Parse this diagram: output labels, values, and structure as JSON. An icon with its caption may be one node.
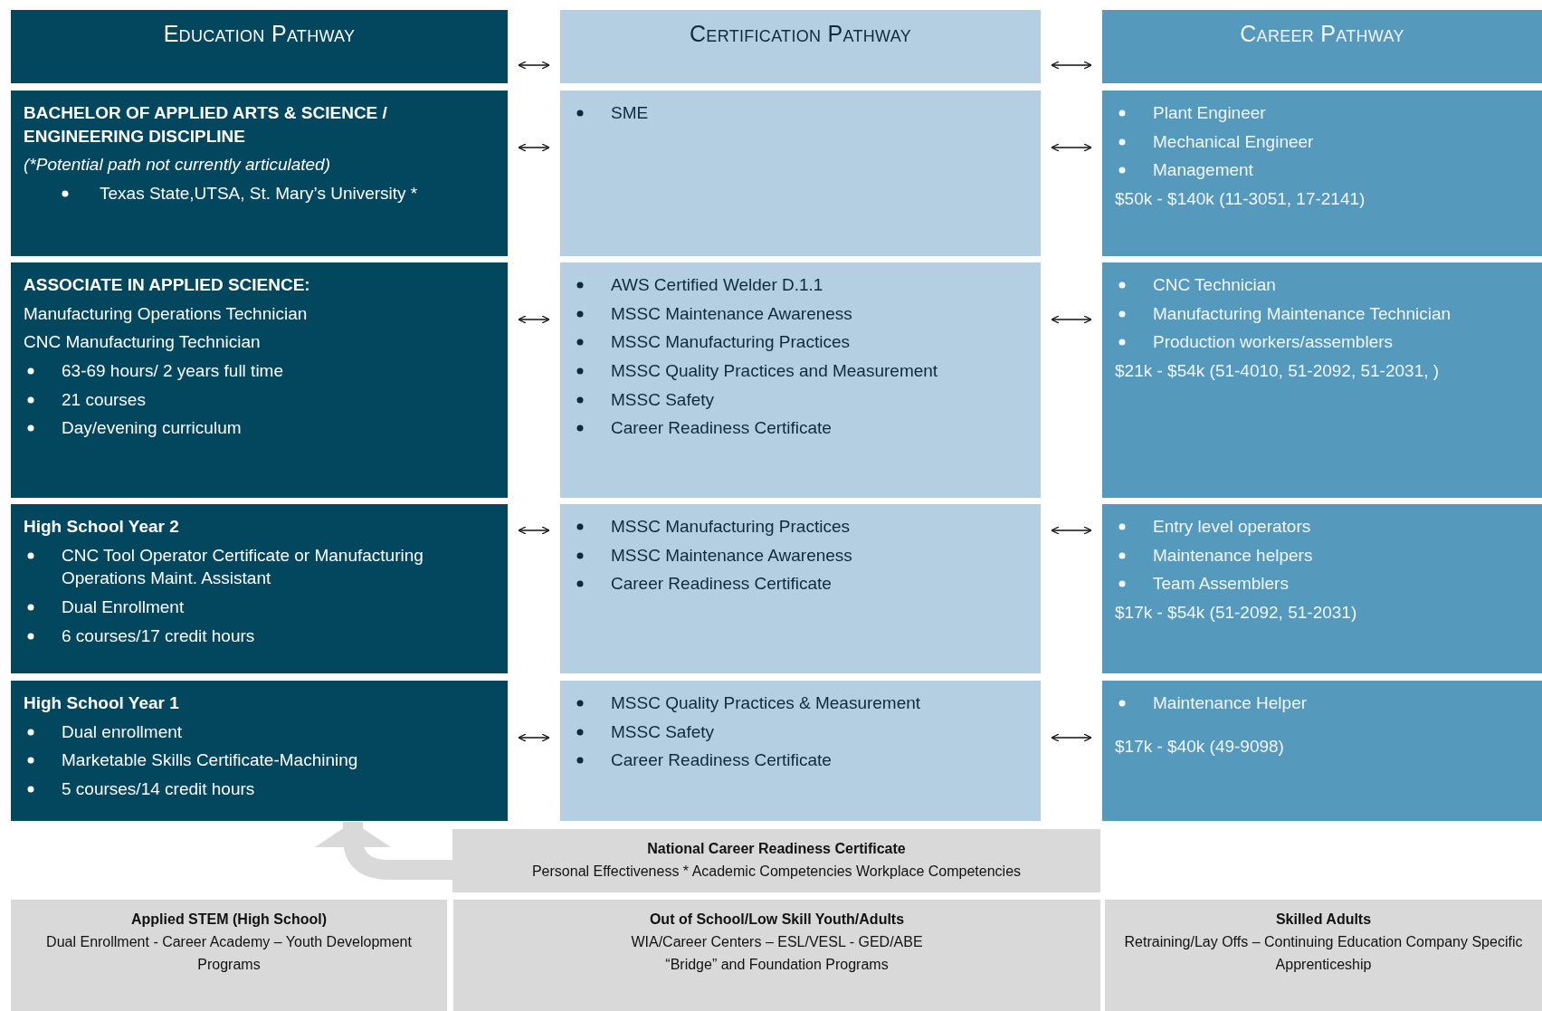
{
  "diagram": {
    "nodes": [
      {
        "text": [
          "Education Pathway"
        ]
      },
      {
        "text": [
          "Certification Pathway"
        ]
      },
      {
        "text": [
          "Career Pathway"
        ]
      },
      {
        "text": [
          "BACHELOR OF APPLIED ARTS & SCIENCE / ENGINEERING DISCIPLINE",
          "(*Potential path not currently articulated)",
          "Texas State,UTSA, St. Mary’s University *"
        ]
      },
      {
        "text": [
          "SME"
        ]
      },
      {
        "text": [
          "Plant Engineer",
          "Mechanical Engineer",
          "Management",
          "$50k - $140k (11-3051, 17-2141)"
        ]
      },
      {
        "text": [
          "ASSOCIATE IN APPLIED SCIENCE:",
          "Manufacturing Operations Technician",
          "CNC Manufacturing Technician",
          "63-69 hours/ 2 years full time",
          "21 courses",
          "Day/evening curriculum"
        ]
      },
      {
        "text": [
          "AWS Certified Welder D.1.1",
          "MSSC Maintenance Awareness",
          "MSSC Manufacturing Practices",
          "MSSC Quality Practices and Measurement",
          "MSSC Safety",
          "Career Readiness Certificate"
        ]
      },
      {
        "text": [
          "CNC Technician",
          "Manufacturing Maintenance Technician",
          "Production workers/assemblers",
          "$21k - $54k (51-4010, 51-2092, 51-2031, )"
        ]
      },
      {
        "text": [
          "High School Year 2",
          "CNC Tool Operator Certificate or Manufacturing Operations Maint. Assistant",
          "Dual Enrollment",
          "6 courses/17 credit hours"
        ]
      },
      {
        "text": [
          "MSSC Manufacturing Practices",
          "MSSC Maintenance Awareness",
          "Career Readiness Certificate"
        ]
      },
      {
        "text": [
          "Entry level operators",
          "Maintenance helpers",
          "Team Assemblers",
          "$17k - $54k (51-2092, 51-2031)"
        ]
      },
      {
        "text": [
          "High School Year 1",
          "Dual enrollment",
          "Marketable Skills Certificate-Machining",
          "5 courses/14 credit hours"
        ]
      },
      {
        "text": [
          "MSSC Quality Practices & Measurement",
          "MSSC Safety",
          "Career Readiness Certificate"
        ]
      },
      {
        "text": [
          "Maintenance Helper",
          "$17k - $40k (49-9098)"
        ]
      },
      {
        "text": [
          "National Career Readiness Certificate",
          "Personal Effectiveness * Academic Competencies Workplace Competencies"
        ]
      },
      {
        "text": [
          "Applied STEM (High School)",
          "Dual Enrollment - Career Academy – Youth Development Programs"
        ]
      },
      {
        "text": [
          "Out of School/Low Skill Youth/Adults",
          "WIA/Career Centers – ESL/VESL - GED/ABE",
          "“Bridge” and Foundation Programs"
        ]
      },
      {
        "text": [
          "Skilled Adults",
          "Retraining/Lay Offs – Continuing Education Company Specific Apprenticeship"
        ]
      }
    ],
    "edges": [
      {
        "from": 0,
        "to": 1,
        "arrow": "both"
      },
      {
        "from": 1,
        "to": 2,
        "arrow": "both"
      },
      {
        "from": 3,
        "to": 4,
        "arrow": "both"
      },
      {
        "from": 4,
        "to": 5,
        "arrow": "both"
      },
      {
        "from": 6,
        "to": 7,
        "arrow": "both"
      },
      {
        "from": 7,
        "to": 8,
        "arrow": "both"
      },
      {
        "from": 9,
        "to": 10,
        "arrow": "both"
      },
      {
        "from": 10,
        "to": 11,
        "arrow": "both"
      },
      {
        "from": 12,
        "to": 13,
        "arrow": "both"
      },
      {
        "from": 13,
        "to": 14,
        "arrow": "both"
      },
      {
        "from": 15,
        "to": 12,
        "arrow": "to",
        "style": "thick",
        "color": "#d9d9d9"
      }
    ]
  }
}
